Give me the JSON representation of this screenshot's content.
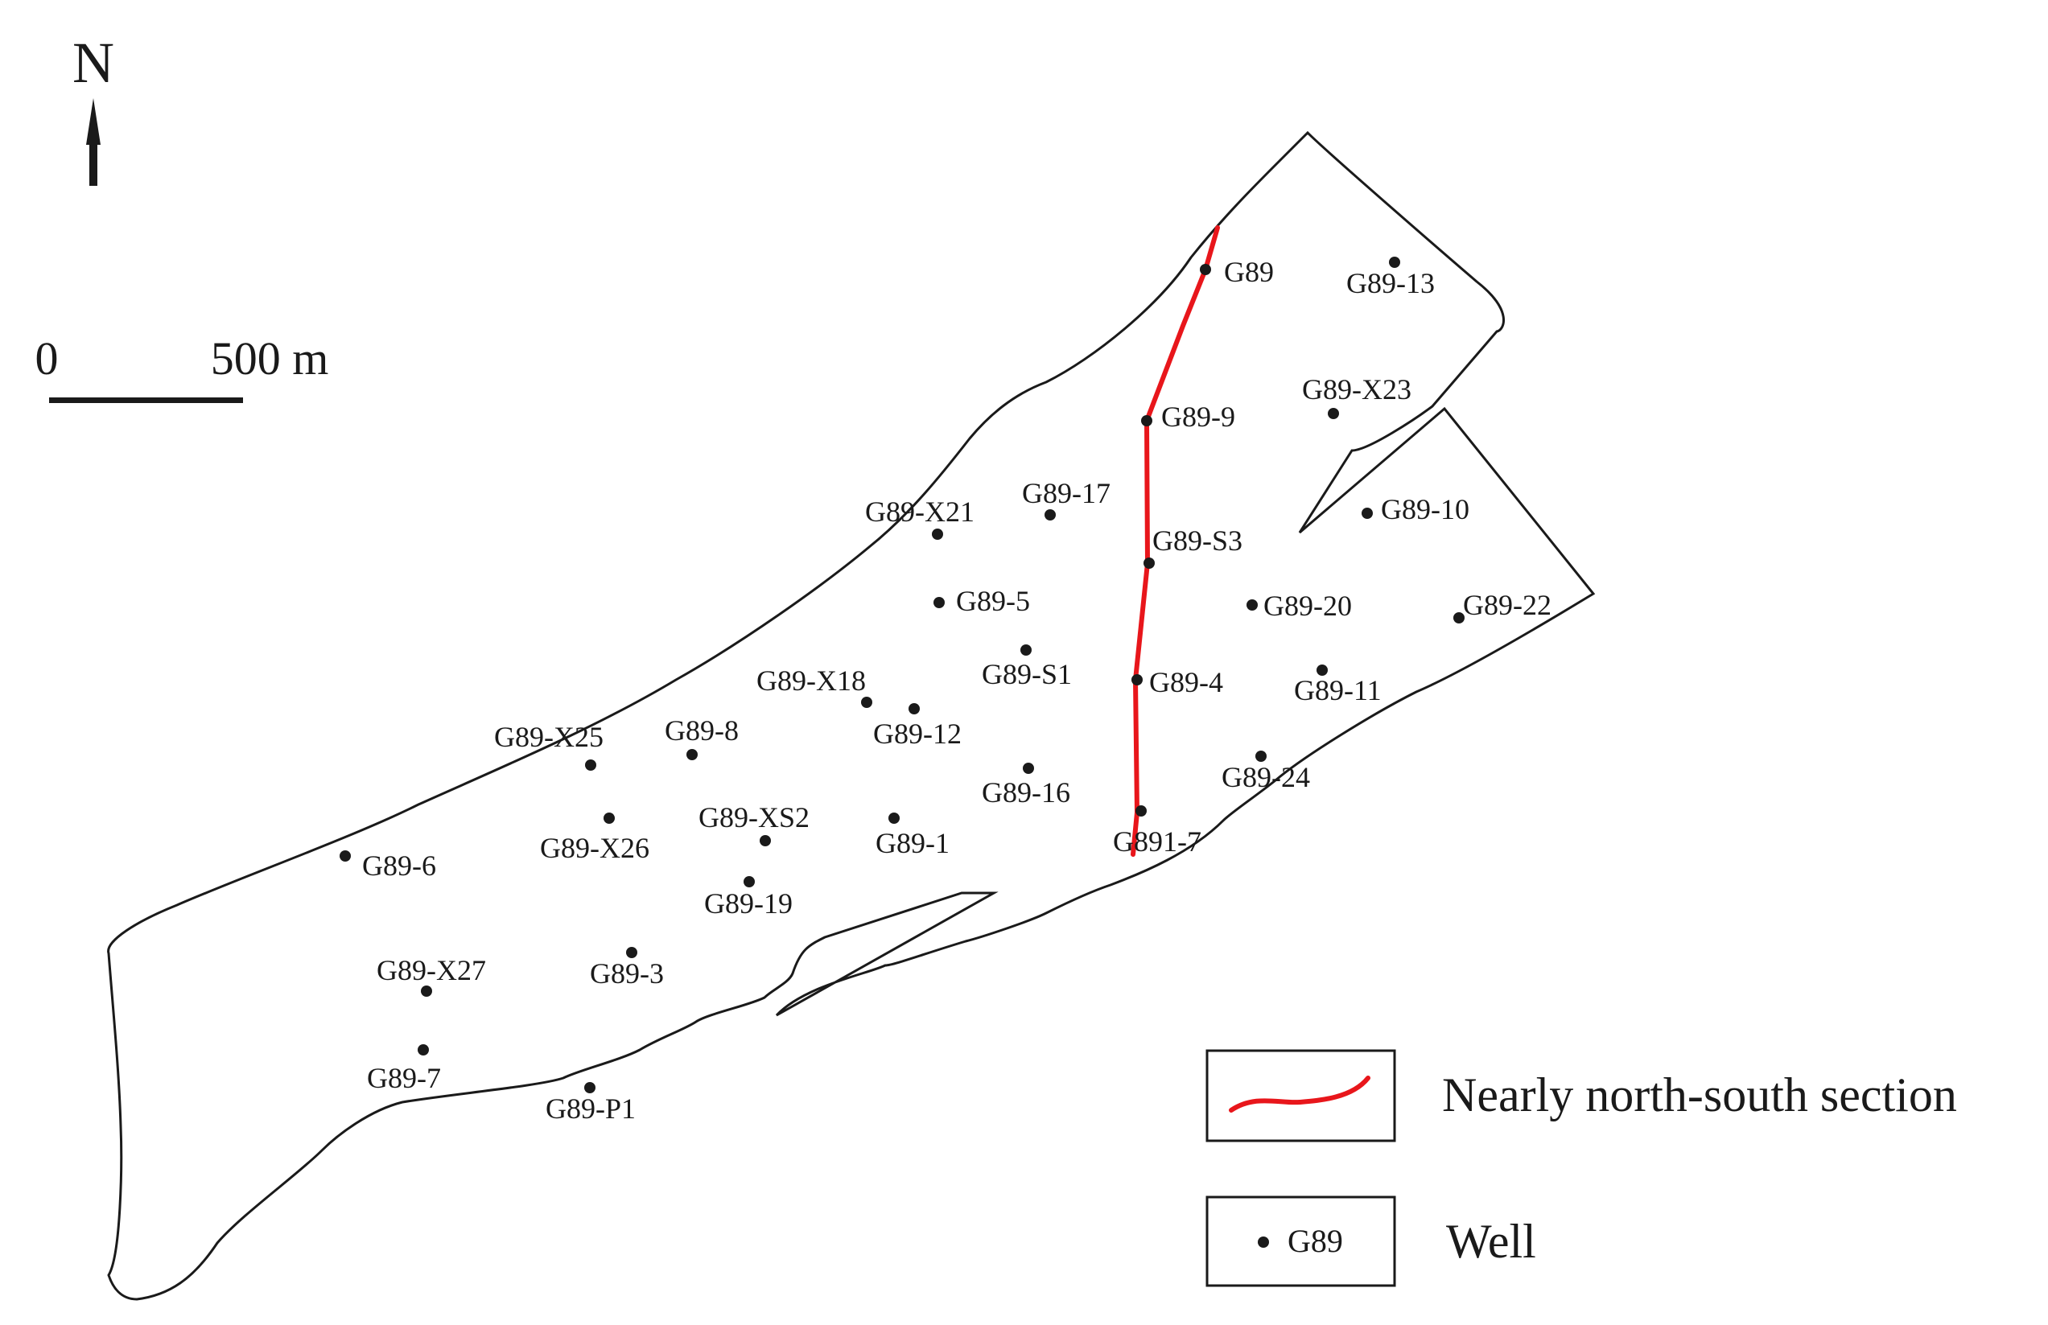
{
  "north_arrow": {
    "label": "N"
  },
  "scale_bar": {
    "start_label": "0",
    "end_label": "500 m"
  },
  "legend": {
    "section": {
      "label": "Nearly north-south section",
      "color": "#e8161b"
    },
    "well": {
      "label": "Well",
      "symbol_label": "G89"
    }
  },
  "section_wells": [
    "G89",
    "G89-9",
    "G89-S3",
    "G89-4",
    "G891-7"
  ],
  "wells": [
    "G89",
    "G89-13",
    "G89-X23",
    "G89-9",
    "G89-10",
    "G89-17",
    "G89-X21",
    "G89-S3",
    "G89-5",
    "G89-20",
    "G89-22",
    "G89-S1",
    "G89-4",
    "G89-11",
    "G89-X18",
    "G89-12",
    "G89-8",
    "G89-X25",
    "G89-16",
    "G89-24",
    "G89-XS2",
    "G89-1",
    "G891-7",
    "G89-X26",
    "G89-6",
    "G89-19",
    "G89-X27",
    "G89-3",
    "G89-7",
    "G89-P1"
  ]
}
